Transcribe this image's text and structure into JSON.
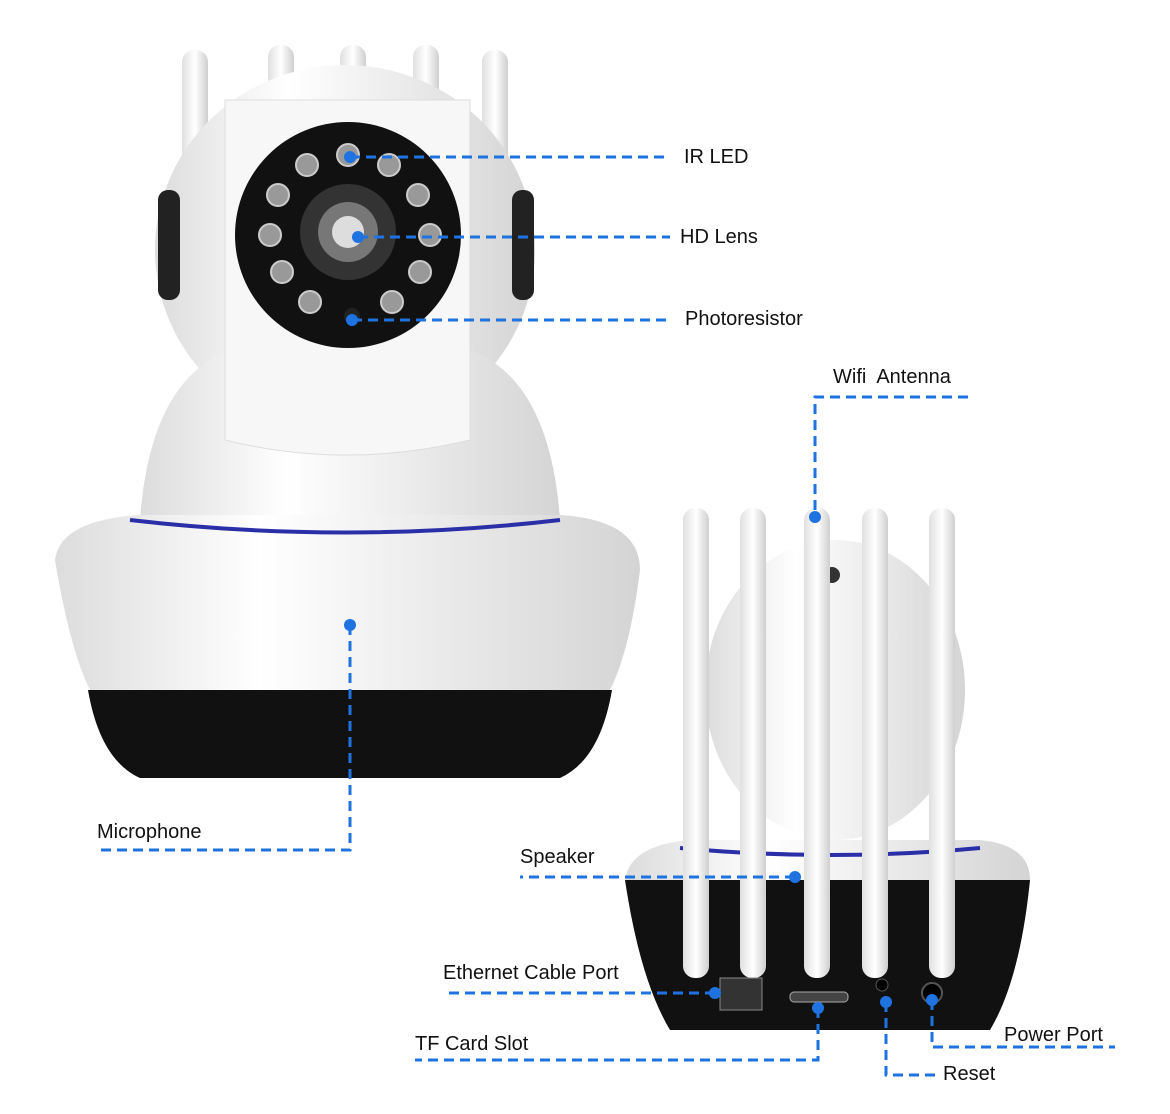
{
  "labels": {
    "ir_led": "IR LED",
    "hd_lens": "HD Lens",
    "photoresistor": "Photoresistor",
    "wifi_antenna": "Wifi  Antenna",
    "microphone": "Microphone",
    "speaker": "Speaker",
    "ethernet_port": "Ethernet Cable Port",
    "tf_card_slot": "TF Card Slot",
    "power_port": "Power Port",
    "reset": "Reset"
  },
  "colors": {
    "leader": "#1e73e0",
    "accent_ring": "#2a2fa8",
    "body": "#f2f2f2",
    "base": "#111111"
  }
}
